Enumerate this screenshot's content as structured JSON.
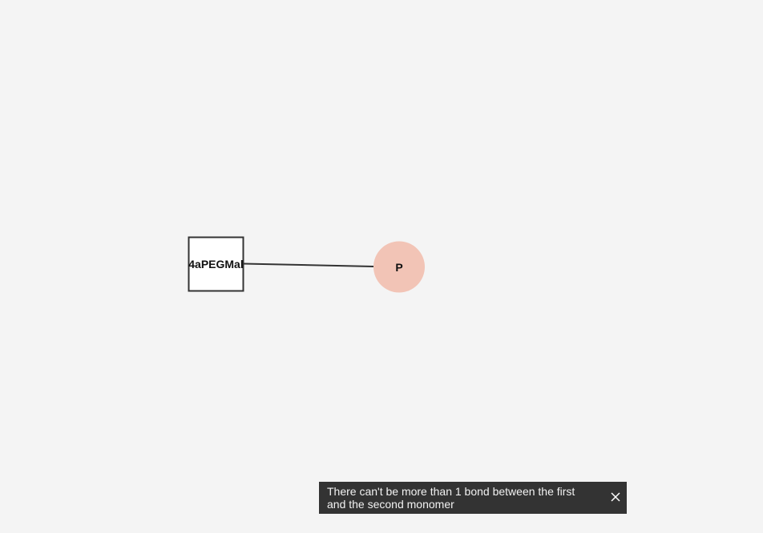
{
  "graph": {
    "nodes": [
      {
        "id": "n1",
        "shape": "square",
        "label": "4aPEGMal",
        "fill": "#ffffff",
        "stroke": "#333333"
      },
      {
        "id": "n2",
        "shape": "circle",
        "label": "P",
        "fill": "#f2c4b6",
        "stroke": "none"
      }
    ],
    "edges": [
      {
        "from": "n1",
        "to": "n2"
      }
    ]
  },
  "toast": {
    "message": "There can't be more than 1 bond between the first and the second monomer",
    "close_icon": "close-icon",
    "background": "#333333"
  }
}
